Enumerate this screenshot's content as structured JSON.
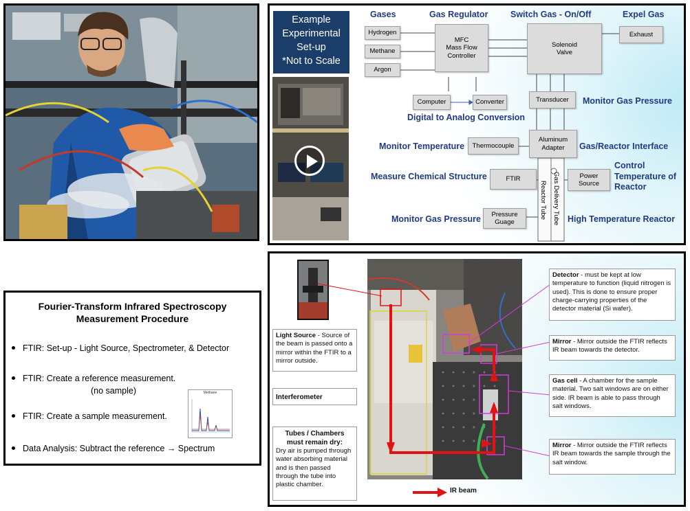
{
  "gas_diagram": {
    "example": [
      "Example",
      "Experimental",
      "Set-up",
      "*Not to Scale"
    ],
    "headers": {
      "gases": "Gases",
      "regulator": "Gas Regulator",
      "switch": "Switch Gas - On/Off",
      "expel": "Expel Gas"
    },
    "gases": [
      "Hydrogen",
      "Methane",
      "Argon"
    ],
    "mfc": [
      "MFC",
      "Mass Flow",
      "Controller"
    ],
    "solenoid": [
      "Solenoid",
      "Valve"
    ],
    "exhaust": "Exhaust",
    "computer": "Computer",
    "converter": "Converter",
    "transducer": "Transducer",
    "aluminum_adapter": [
      "Aluminum",
      "Adapter"
    ],
    "thermocouple": "Thermocouple",
    "ftir": "FTIR",
    "power_source": [
      "Power",
      "Source"
    ],
    "pressure_gauge": [
      "Pressure",
      "Guage"
    ],
    "reactor_tube": "Reactor Tube",
    "gas_delivery_tube": "Gas Delivery Tube",
    "labels": {
      "monitor_gas_pressure_top": "Monitor Gas Pressure",
      "digital_analog": "Digital to Analog Conversion",
      "monitor_temperature": "Monitor Temperature",
      "gas_reactor_interface": "Gas/Reactor Interface",
      "measure_chemical": "Measure Chemical Structure",
      "control_temp": [
        "Control",
        "Temperature of",
        "Reactor"
      ],
      "monitor_gas_pressure_bottom": "Monitor Gas Pressure",
      "high_temp_reactor": "High Temperature Reactor"
    },
    "colors": {
      "label": "#1f3b82",
      "example_bg": "#1b3d69",
      "box": "#dcdcdc"
    }
  },
  "ftir_procedure": {
    "title": [
      "Fourier-Transform Infrared Spectroscopy",
      "Measurement Procedure"
    ],
    "steps": [
      "FTIR: Set-up - Light Source, Spectrometer, & Detector",
      "FTIR: Create a reference measurement.",
      "FTIR: Create a sample measurement.",
      "Data Analysis: Subtract the reference → Spectrum"
    ],
    "step2_note": "(no sample)",
    "thumb_label": "Methane"
  },
  "annotations": {
    "light_source": {
      "title": "Light Source",
      "text": " - Source of the beam is passed onto a mirror within the FTIR to a mirror outside."
    },
    "interferometer": "Interferometer",
    "tubes": {
      "title": [
        "Tubes / Chambers",
        "must remain dry:"
      ],
      "text": "Dry air is pumped through water absorbing material and is then passed through the tube into plastic chamber."
    },
    "detector": {
      "title": "Detector",
      "text": " - must be kept at low temperature to function (liquid nitrogen is used). This is done to ensure proper charge-carrying properties of the detector material (Si wafer)."
    },
    "mirror1": {
      "title": "Mirror",
      "text": " -  Mirror outside the FTIR reflects IR beam towards the detector."
    },
    "gas_cell": {
      "title": "Gas cell",
      "text": " - A chamber for the sample material. Two salt windows are on either side. IR beam is able to pass through salt windows."
    },
    "mirror2": {
      "title": "Mirror",
      "text": " -  Mirror outside the FTIR reflects IR beam towards the sample through the salt window."
    },
    "legend": "IR beam",
    "colors": {
      "beam": "#e01212",
      "pointer": "#d43bd8",
      "frame": "#d9d63a"
    }
  }
}
